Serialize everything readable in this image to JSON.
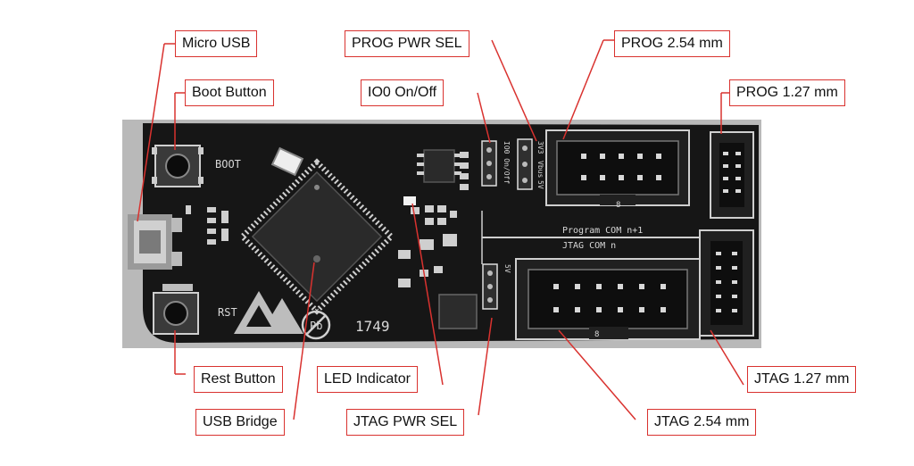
{
  "callouts": {
    "micro_usb": "Micro USB",
    "boot_button": "Boot Button",
    "prog_pwr_sel": "PROG PWR SEL",
    "io0_on_off": "IO0 On/Off",
    "prog_254": "PROG 2.54 mm",
    "prog_127": "PROG 1.27 mm",
    "rest_button": "Rest Button",
    "led_indicator": "LED Indicator",
    "usb_bridge": "USB Bridge",
    "jtag_pwr_sel": "JTAG PWR SEL",
    "jtag_127": "JTAG  1.27 mm",
    "jtag_254": "JTAG 2.54 mm"
  },
  "silkscreen": {
    "boot": "BOOT",
    "rst": "RST",
    "program_com": "Program  COM n+1",
    "jtag_com": "JTAG     COM n",
    "date_code": "1749",
    "pb": "Pb",
    "io0_label": "IO0 On/Off",
    "sel_5v": "5V",
    "sel_vbus": "Vbus",
    "sel_3v3": "3V3",
    "header_pin": "8"
  },
  "colors": {
    "callout_border": "#d9322f",
    "leader_line": "#d9322f",
    "pcb": "#161616"
  }
}
